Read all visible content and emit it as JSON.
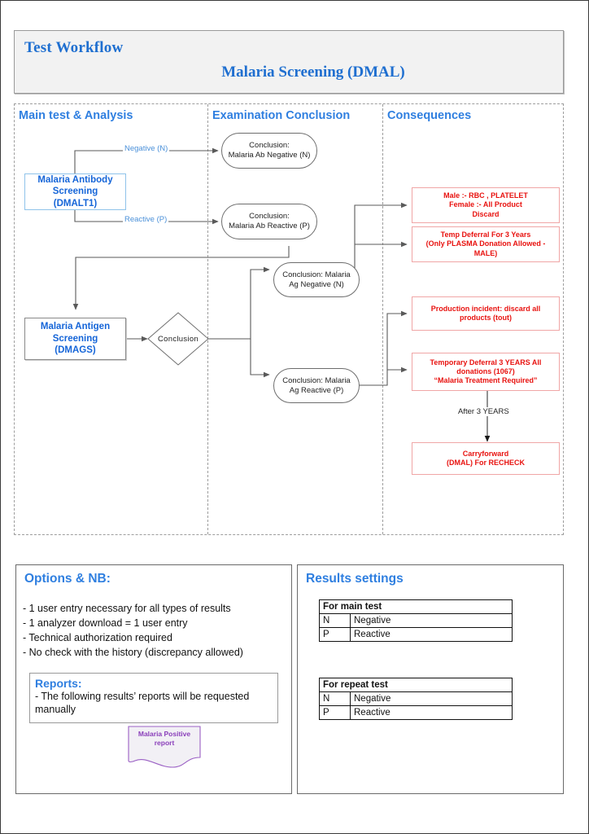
{
  "banner": {
    "title": "Test Workflow",
    "subtitle": "Malaria Screening (DMAL)"
  },
  "diagram": {
    "columns": [
      {
        "label": "Main test & Analysis"
      },
      {
        "label": "Examination Conclusion"
      },
      {
        "label": "Consequences"
      }
    ],
    "nodes": {
      "antibody_screening": "Malaria Antibody\nScreening\n(DMALT1)",
      "antigen_screening": "Malaria Antigen\nScreening\n(DMAGS)",
      "conclusion_decision": "Conclusion",
      "ab_negative": "Conclusion:\nMalaria Ab Negative (N)",
      "ab_reactive": "Conclusion:\nMalaria Ab Reactive (P)",
      "ag_negative": "Conclusion: Malaria\nAg Negative (N)",
      "ag_reactive": "Conclusion: Malaria\nAg Reactive (P)",
      "cons_discard": "Male :- RBC , PLATELET\nFemale :- All Product\nDiscard",
      "cons_temp_deferral_3y": "Temp Deferral For 3 Years\n(Only PLASMA Donation Allowed -\nMALE)",
      "cons_production_incident": "Production incident: discard all\nproducts (tout)",
      "cons_temp_deferral_1067": "Temporary Deferral  3 YEARS All\ndonations (1067)\n“Malaria Treatment Required”",
      "cons_carryforward": "Carryforward\n(DMAL) For RECHECK"
    },
    "edge_labels": {
      "negative": "Negative (N)",
      "reactive": "Reactive (P)",
      "after_3_years": "After 3 YEARS"
    }
  },
  "options": {
    "heading": "Options & NB:",
    "items": [
      "- 1 user entry necessary for all types of results",
      "- 1 analyzer download = 1 user entry",
      "- Technical authorization required",
      "- No check with the history (discrepancy allowed)"
    ],
    "reports": {
      "heading": "Reports:",
      "text": "- The following results’ reports will be requested manually"
    },
    "report_shape_label": "Malaria Positive\nreport"
  },
  "results": {
    "heading": "Results settings",
    "main_test": {
      "header": "For main test",
      "rows": [
        {
          "code": "N",
          "meaning": "Negative"
        },
        {
          "code": "P",
          "meaning": "Reactive"
        }
      ]
    },
    "repeat_test": {
      "header": "For repeat test",
      "rows": [
        {
          "code": "N",
          "meaning": "Negative"
        },
        {
          "code": "P",
          "meaning": "Reactive"
        }
      ]
    }
  },
  "colors": {
    "accent_blue": "#2f7fe0",
    "title_blue": "#1f6fd0",
    "consequence_red": "#e8120f",
    "report_purple": "#8a3fba"
  }
}
